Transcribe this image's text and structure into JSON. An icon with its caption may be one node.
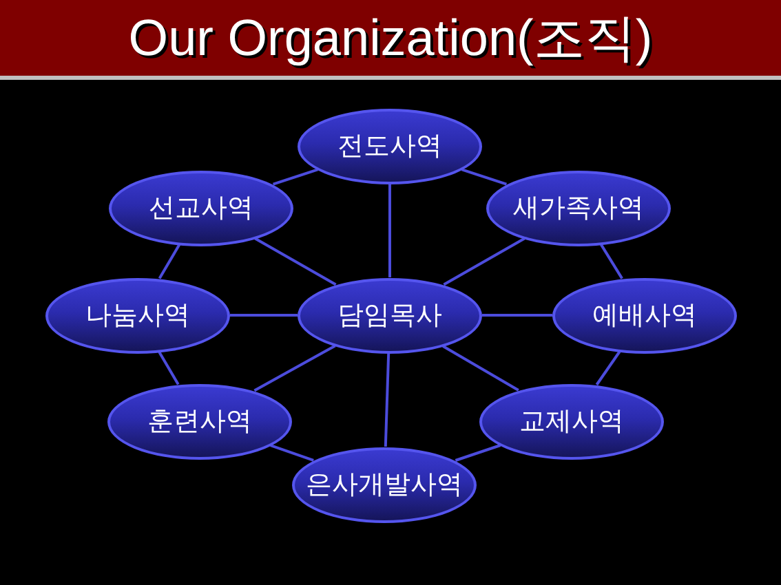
{
  "diagram": {
    "title": "Our Organization(조직)",
    "nodes": [
      {
        "text": [
          "전도사역"
        ]
      },
      {
        "text": [
          "선교사역"
        ]
      },
      {
        "text": [
          "새가족사역"
        ]
      },
      {
        "text": [
          "나눔사역"
        ]
      },
      {
        "text": [
          "담임목사"
        ]
      },
      {
        "text": [
          "예배사역"
        ]
      },
      {
        "text": [
          "훈련사역"
        ]
      },
      {
        "text": [
          "교제사역"
        ]
      },
      {
        "text": [
          "은사개발사역"
        ]
      }
    ],
    "edges": [
      {
        "from": 4,
        "to": 0,
        "arrow": "none"
      },
      {
        "from": 4,
        "to": 1,
        "arrow": "none"
      },
      {
        "from": 4,
        "to": 2,
        "arrow": "none"
      },
      {
        "from": 4,
        "to": 3,
        "arrow": "none"
      },
      {
        "from": 4,
        "to": 5,
        "arrow": "none"
      },
      {
        "from": 4,
        "to": 6,
        "arrow": "none"
      },
      {
        "from": 4,
        "to": 7,
        "arrow": "none"
      },
      {
        "from": 4,
        "to": 8,
        "arrow": "none"
      },
      {
        "from": 0,
        "to": 2,
        "arrow": "none"
      },
      {
        "from": 2,
        "to": 5,
        "arrow": "none"
      },
      {
        "from": 5,
        "to": 7,
        "arrow": "none"
      },
      {
        "from": 7,
        "to": 8,
        "arrow": "none"
      },
      {
        "from": 8,
        "to": 6,
        "arrow": "none"
      },
      {
        "from": 6,
        "to": 3,
        "arrow": "none"
      },
      {
        "from": 3,
        "to": 1,
        "arrow": "none"
      },
      {
        "from": 1,
        "to": 0,
        "arrow": "none"
      }
    ]
  }
}
